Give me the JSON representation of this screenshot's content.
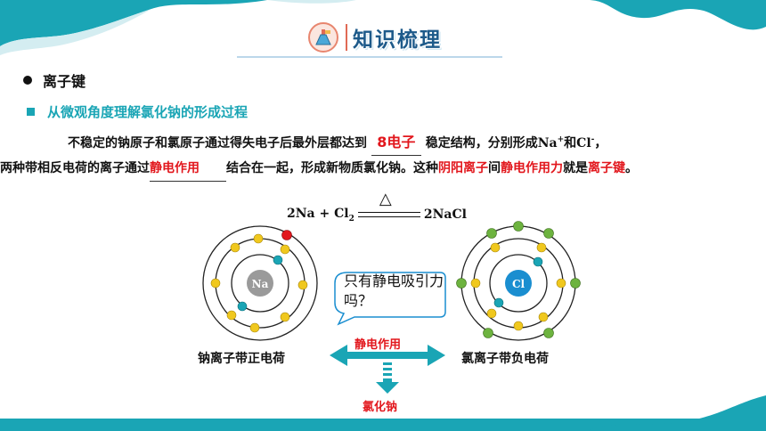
{
  "header": {
    "title": "知识梳理"
  },
  "section": {
    "label": "离子键"
  },
  "subsection": {
    "label": "从微观角度理解氯化钠的形成过程"
  },
  "paragraph": {
    "p1": "不稳定的钠原子和氯原子通过得失电子后最外层都达到",
    "blank1": "8电子",
    "p2": "稳定结构，分别形成",
    "na": "Na",
    "na_charge": "+",
    "and": "和",
    "cl": "Cl",
    "cl_charge": "-",
    "p3": "，",
    "p4": "两种带相反电荷的离子通过",
    "blank2": "静电作用",
    "p5": "结合在一起，形成新物质氯化钠。这种",
    "hl1": "阴阳离子",
    "p6": "间",
    "hl2": "静电作用力",
    "p7": "就是",
    "hl3": "离子键",
    "p8": "。"
  },
  "equation": {
    "left": "2Na + Cl",
    "sub": "2",
    "condition": "△",
    "right": "2NaCl"
  },
  "atoms": {
    "na": {
      "symbol": "Na",
      "caption": "钠离子带正电荷"
    },
    "cl": {
      "symbol": "Cl",
      "caption": "氯离子带负电荷"
    }
  },
  "bubble": {
    "text": "只有静电吸引力吗？"
  },
  "arrow": {
    "label": "静电作用"
  },
  "product": {
    "label": "氯化钠"
  },
  "colors": {
    "teal": "#1aa5b5",
    "red": "#e2171d",
    "electron_yellow": "#f0c81e",
    "electron_green": "#6db33f"
  }
}
